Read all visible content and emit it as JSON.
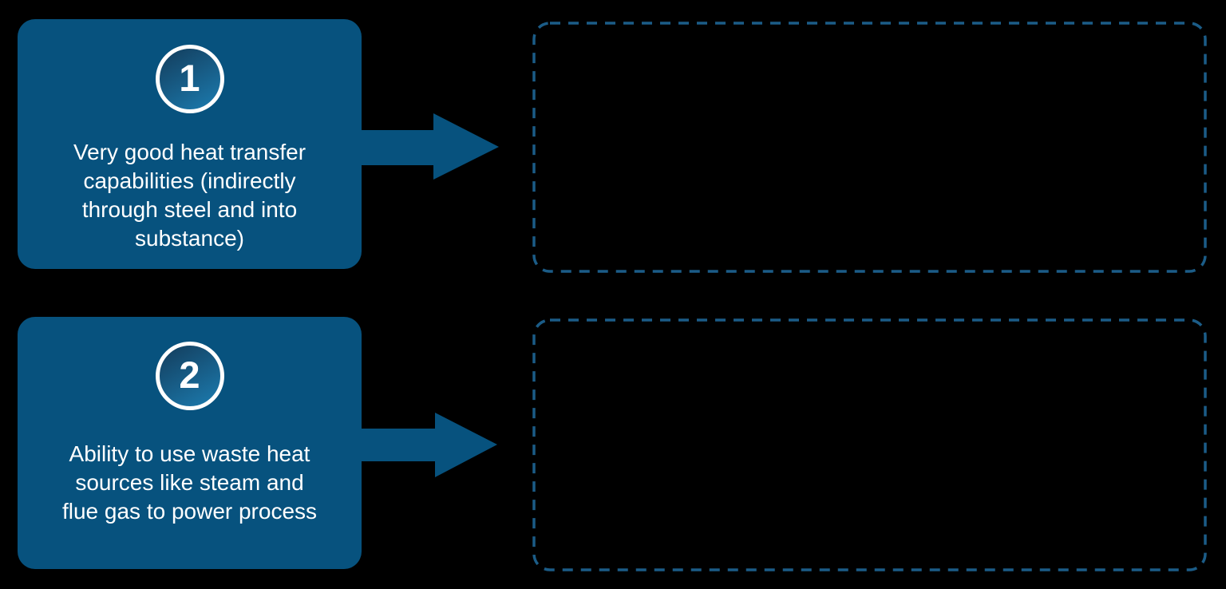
{
  "diagram": {
    "items": [
      {
        "number": "1",
        "lines": [
          "Very good heat transfer",
          "capabilities (indirectly",
          "through steel and into",
          "substance)"
        ]
      },
      {
        "number": "2",
        "lines": [
          "Ability to use waste heat",
          "sources like steam and",
          "flue gas to power process"
        ]
      }
    ],
    "placeholders": [
      {
        "content": ""
      },
      {
        "content": ""
      }
    ]
  },
  "colors": {
    "background": "#000000",
    "card_fill": "#07527E",
    "arrow_fill": "#07527E",
    "dash_border": "#1B5C87",
    "text_color": "#FFFFFF",
    "badge_gradient_top": "#133C5B",
    "badge_gradient_bottom": "#1C7CB0",
    "badge_ring": "#FFFFFF"
  }
}
